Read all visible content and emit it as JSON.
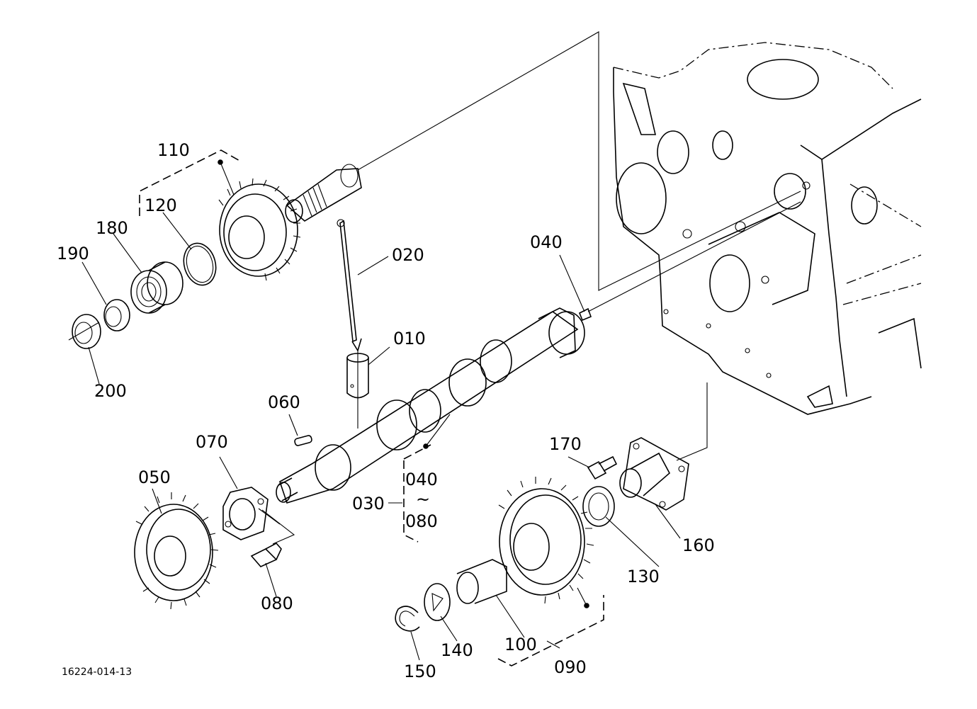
{
  "diagram_id": "16224-014-13",
  "parts": {
    "p010": "010",
    "p020": "020",
    "p030": "030",
    "p040a": "040",
    "p040b": "040",
    "p050": "050",
    "p060": "060",
    "p070": "070",
    "p080a": "080",
    "p080b": "080",
    "p090": "090",
    "p100": "100",
    "p110": "110",
    "p120": "120",
    "p130": "130",
    "p140": "140",
    "p150": "150",
    "p160": "160",
    "p170": "170",
    "p180": "180",
    "p190": "190",
    "p200": "200"
  },
  "range_separator": "~"
}
